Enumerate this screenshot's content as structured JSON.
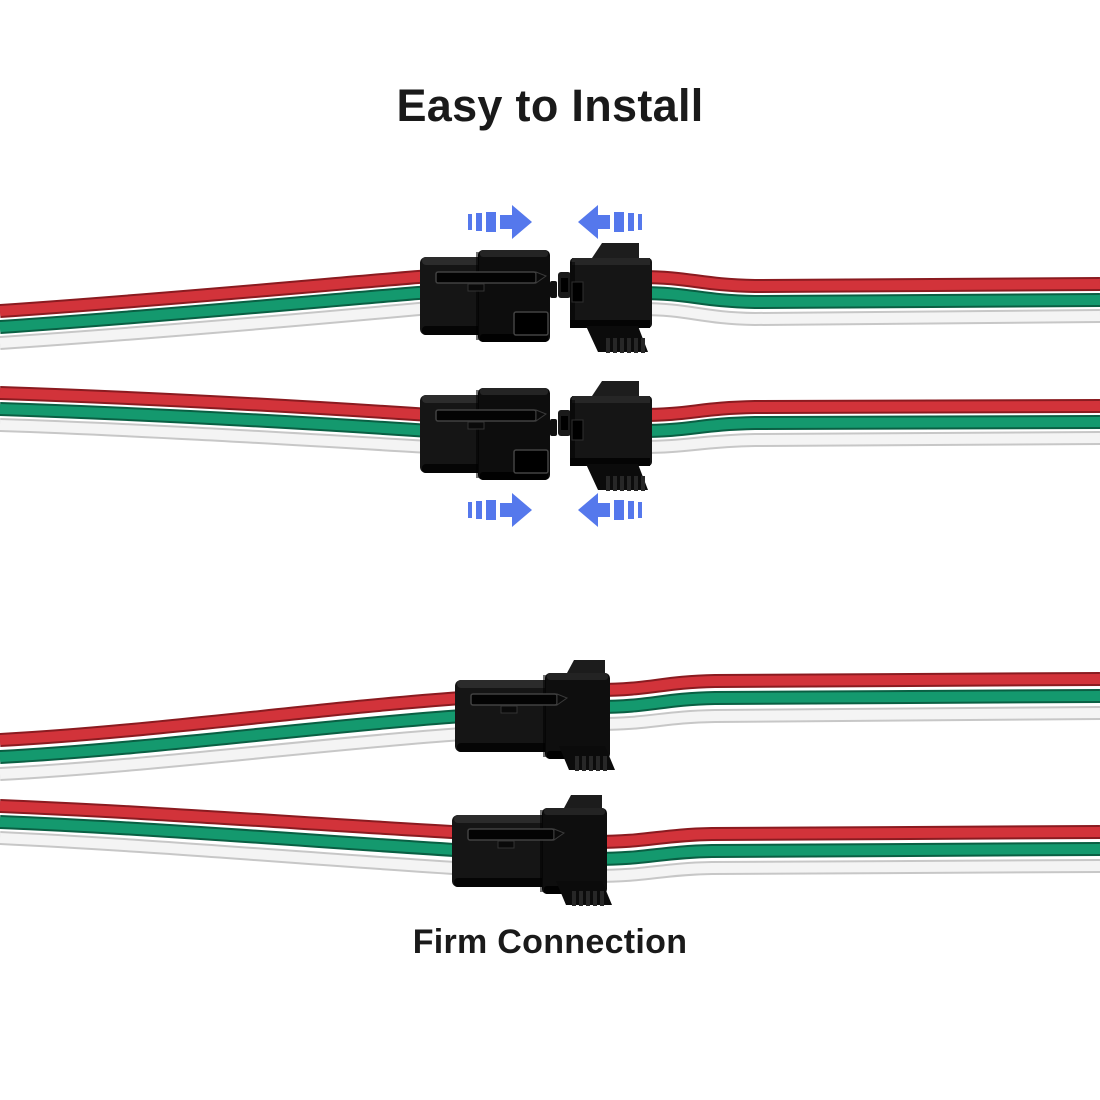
{
  "header": {
    "title": "Easy to Install"
  },
  "footer": {
    "caption": "Firm Connection"
  },
  "colors": {
    "background": "#ffffff",
    "text": "#1a1a1a",
    "arrow_blue": "#5578ec",
    "wire_red": "#d2333a",
    "wire_green": "#14996e",
    "wire_white": "#f4f4f4",
    "connector_black": "#151515"
  },
  "illustration": {
    "wire_colors": [
      "red",
      "green",
      "white"
    ],
    "top_section": {
      "state": "disconnected",
      "pair_count": 2,
      "arrow_row_count": 2
    },
    "bottom_section": {
      "state": "connected",
      "pair_count": 2
    }
  }
}
